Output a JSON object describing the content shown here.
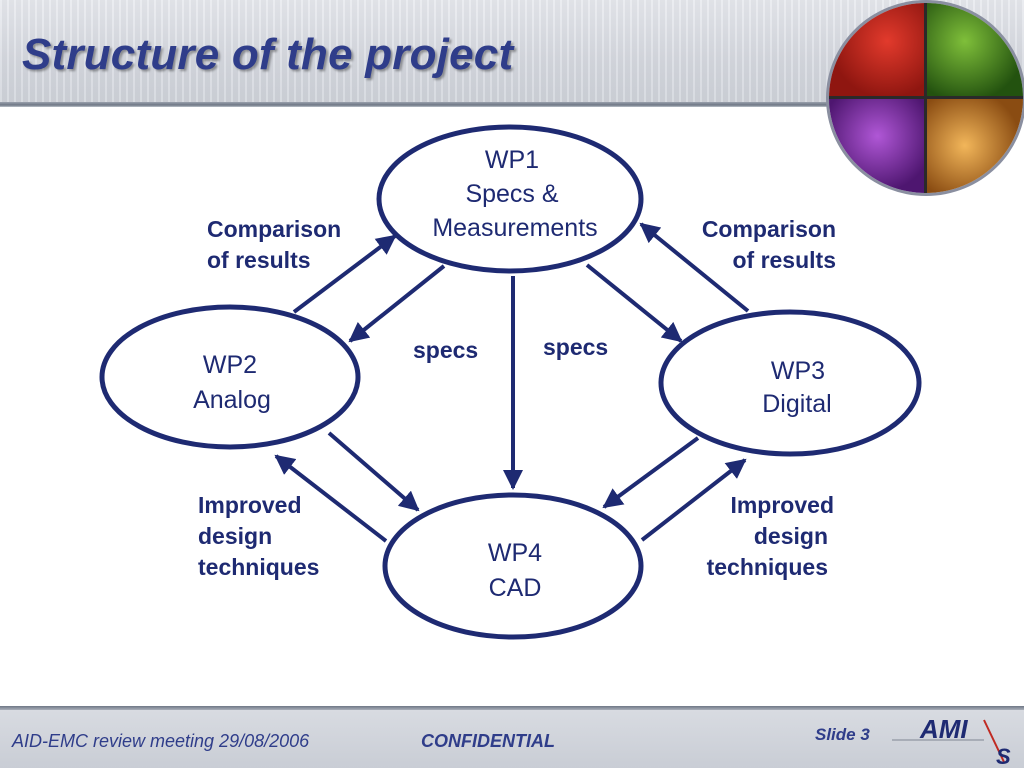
{
  "slide": {
    "title": "Structure of the project"
  },
  "nodes": {
    "wp1": {
      "line1": "WP1",
      "line2": "Specs &",
      "line3": "Measurements"
    },
    "wp2": {
      "line1": "WP2",
      "line2": "Analog"
    },
    "wp3": {
      "line1": "WP3",
      "line2": "Digital"
    },
    "wp4": {
      "line1": "WP4",
      "line2": "CAD"
    }
  },
  "edge_labels": {
    "comparison_left": {
      "line1": "Comparison",
      "line2": "of results"
    },
    "comparison_right": {
      "line1": "Comparison",
      "line2": "of results"
    },
    "specs_left": "specs",
    "specs_right": "specs",
    "improved_left": {
      "line1": "Improved",
      "line2": "design",
      "line3": "techniques"
    },
    "improved_right": {
      "line1": "Improved",
      "line2": "design",
      "line3": "techniques"
    }
  },
  "footer": {
    "meeting": "AID-EMC review meeting 29/08/2006",
    "confidential": "CONFIDENTIAL",
    "slide_number": "Slide 3",
    "logo_text": "AMI",
    "logo_subtext": "S"
  },
  "colors": {
    "accent": "#1e2a72",
    "title": "#2f3d8a"
  }
}
